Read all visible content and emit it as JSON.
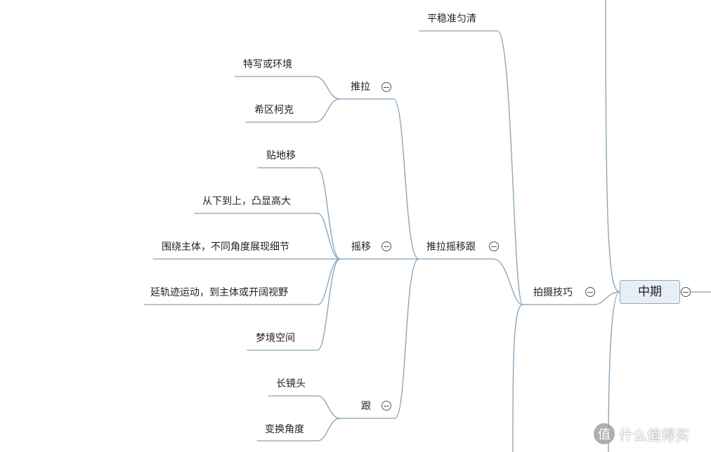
{
  "colors": {
    "connector": "#7ea3c2",
    "text": "#222222",
    "root_fill": "#e7eef5",
    "root_border": "#8fa8be"
  },
  "root": {
    "label": "中期"
  },
  "techniques": {
    "label": "拍摄技巧"
  },
  "stable": {
    "label": "平稳准匀清"
  },
  "push_pan_follow": {
    "label": "推拉摇移跟"
  },
  "push_pull": {
    "label": "推拉",
    "children": [
      "特写或环境",
      "希区柯克"
    ]
  },
  "pan_move": {
    "label": "摇移",
    "children": [
      "贴地移",
      "从下到上，凸显高大",
      "围绕主体，不同角度展现细节",
      "延轨迹运动，到主体或开阔视野",
      "梦境空间"
    ]
  },
  "follow": {
    "label": "跟",
    "children": [
      "长镜头",
      "变换角度"
    ]
  },
  "watermark": {
    "logo": "值",
    "text": "什么值得买"
  }
}
